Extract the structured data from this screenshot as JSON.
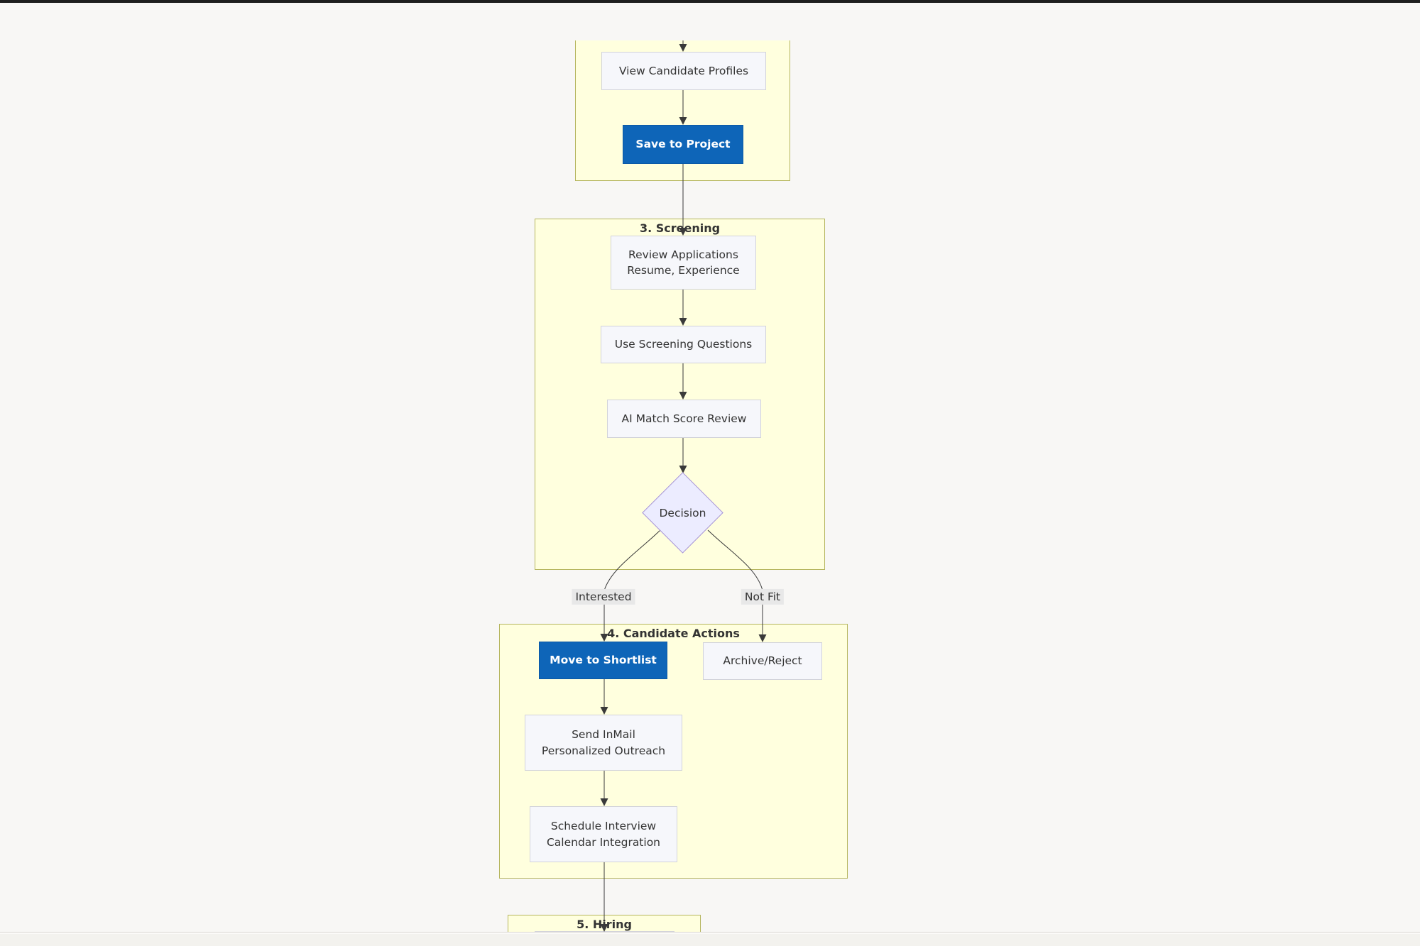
{
  "colors": {
    "page_background": "#f8f7f5",
    "top_bar": "#1f1f1f",
    "cluster_fill": "#ffffde",
    "cluster_border": "#b5b55e",
    "node_fill": "#f6f7fb",
    "node_border": "#d2d3da",
    "primary_fill": "#0e65b8",
    "primary_text": "#ffffff",
    "decision_fill": "#ececff",
    "decision_border": "#a694d4",
    "edge_stroke": "#3a3a3a",
    "edge_label_bg": "#e8e8e8",
    "text": "#333333"
  },
  "clusters": {
    "screening": {
      "title": "3. Screening"
    },
    "candidate_actions": {
      "title": "4. Candidate Actions"
    },
    "hiring": {
      "title": "5. Hiring"
    }
  },
  "nodes": {
    "view_profiles": {
      "label": "View Candidate Profiles",
      "type": "default"
    },
    "save_to_project": {
      "label": "Save to Project",
      "type": "primary"
    },
    "review_applications": {
      "line1": "Review Applications",
      "line2": "Resume, Experience",
      "type": "default"
    },
    "use_screening_questions": {
      "label": "Use Screening Questions",
      "type": "default"
    },
    "ai_match_score_review": {
      "label": "AI Match Score Review",
      "type": "default"
    },
    "decision": {
      "label": "Decision",
      "type": "decision"
    },
    "move_to_shortlist": {
      "label": "Move to Shortlist",
      "type": "primary"
    },
    "archive_reject": {
      "label": "Archive/Reject",
      "type": "default"
    },
    "send_inmail": {
      "line1": "Send InMail",
      "line2": "Personalized Outreach",
      "type": "default"
    },
    "schedule_interview": {
      "line1": "Schedule Interview",
      "line2": "Calendar Integration",
      "type": "default"
    }
  },
  "edge_labels": {
    "interested": "Interested",
    "not_fit": "Not Fit"
  },
  "flow": [
    {
      "from": "view_profiles",
      "to": "save_to_project"
    },
    {
      "from": "save_to_project",
      "to": "review_applications"
    },
    {
      "from": "review_applications",
      "to": "use_screening_questions"
    },
    {
      "from": "use_screening_questions",
      "to": "ai_match_score_review"
    },
    {
      "from": "ai_match_score_review",
      "to": "decision"
    },
    {
      "from": "decision",
      "to": "move_to_shortlist",
      "label": "Interested"
    },
    {
      "from": "decision",
      "to": "archive_reject",
      "label": "Not Fit"
    },
    {
      "from": "move_to_shortlist",
      "to": "send_inmail"
    },
    {
      "from": "send_inmail",
      "to": "schedule_interview"
    },
    {
      "from": "schedule_interview",
      "to": "hiring_section"
    }
  ]
}
